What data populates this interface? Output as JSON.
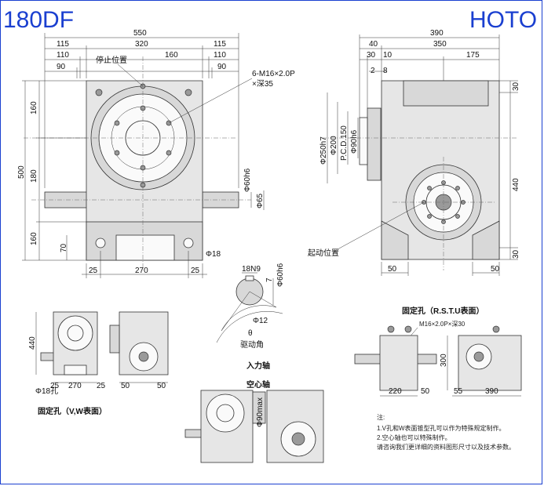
{
  "header": {
    "model": "180DF",
    "brand": "HOTO"
  },
  "front_view": {
    "top_dims": [
      "550",
      "320",
      "115",
      "115",
      "110",
      "110",
      "160",
      "90",
      "90"
    ],
    "stop_position": "停止位置",
    "thread_note_1": "6-M16×2.0P",
    "thread_note_2": "×深35",
    "left_dims": [
      "500",
      "160",
      "180",
      "160",
      "70"
    ],
    "shaft_dia": "Φ60h6",
    "shaft_key": "Φ65",
    "bottom_dims": [
      "25",
      "270",
      "25"
    ],
    "hole_dia": "Φ18"
  },
  "side_view": {
    "top_dims": [
      "390",
      "350",
      "40",
      "30",
      "10",
      "175",
      "2",
      "8"
    ],
    "dia_labels": [
      "Φ250h7",
      "Φ200",
      "P.C.D.150",
      "Φ90h6"
    ],
    "right_dims": [
      "30",
      "440",
      "30"
    ],
    "start_position": "起动位置",
    "bottom_dims": [
      "50",
      "50"
    ]
  },
  "shaft_detail": {
    "key": "18N9",
    "key_depth": "7",
    "shaft": "Φ60h6",
    "dia_small": "Φ12",
    "theta": "θ",
    "drive_angle": "驱动角",
    "input_shaft": "入力轴",
    "hollow_shaft": "空心轴",
    "hollow_dia": "Φ90max"
  },
  "small_left": {
    "dims": [
      "440",
      "25",
      "270",
      "25",
      "50",
      "50"
    ],
    "hole": "Φ18孔",
    "caption": "固定孔（V,W表面）"
  },
  "small_right": {
    "caption": "固定孔（R.S.T.U表面）",
    "thread": "M16×2.0P×深30",
    "dims": [
      "300",
      "220",
      "50",
      "55",
      "390"
    ]
  },
  "notes": {
    "heading": "注:",
    "lines": [
      "1.V孔和W表面锥型孔可以作为特殊规定制作。",
      "2.空心轴也可以特殊制作。",
      "请咨询我们更详细的资料图形尺寸以及技术参数。"
    ]
  }
}
